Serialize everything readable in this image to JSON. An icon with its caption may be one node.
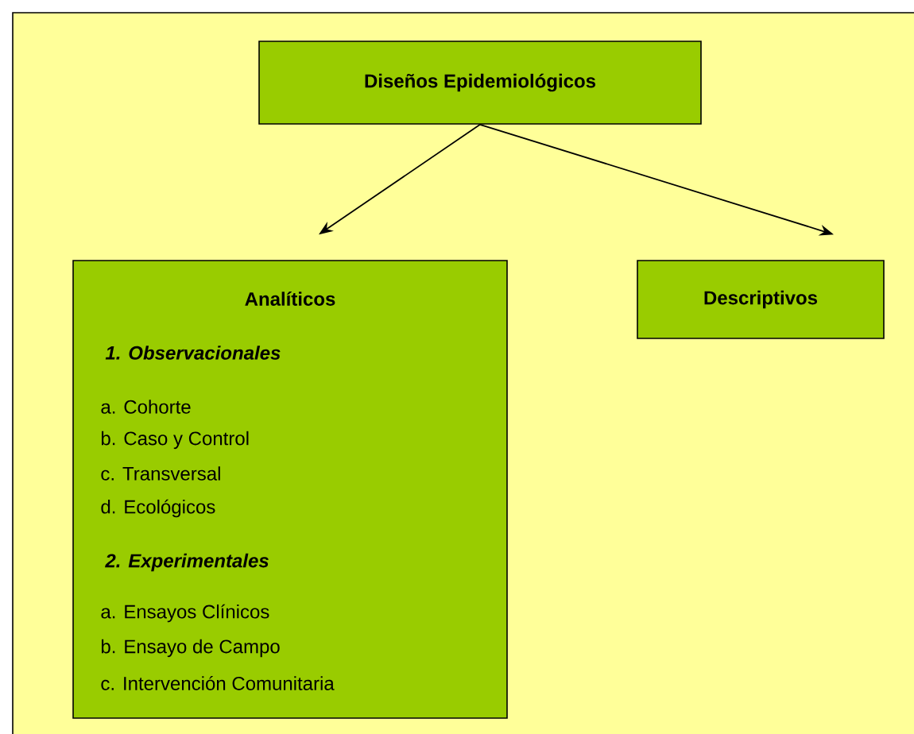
{
  "diagram": {
    "nodes": [
      {
        "text": [
          "Diseños Epidemiológicos"
        ]
      },
      {
        "text": [
          "Analíticos",
          "1. Observacionales",
          "a. Cohorte",
          "b. Caso y Control",
          "c. Transversal",
          "d. Ecológicos",
          "2. Experimentales",
          "a. Ensayos Clínicos",
          "b. Ensayo de Campo",
          "c. Intervención Comunitaria"
        ]
      },
      {
        "text": [
          "Descriptivos"
        ]
      }
    ],
    "edges": [
      {
        "from": 0,
        "to": 1,
        "arrow": "to"
      },
      {
        "from": 0,
        "to": 2,
        "arrow": "to"
      }
    ]
  }
}
